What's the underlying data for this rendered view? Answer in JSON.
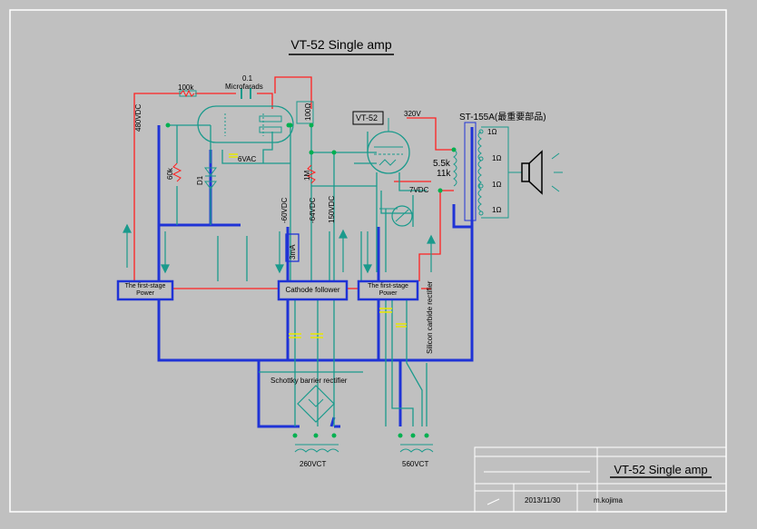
{
  "title": "VT-52 Single amp",
  "labels": {
    "r100k": "100k",
    "cap_value": "0.1",
    "cap_unit": "Microfarads",
    "v480": "480VDC",
    "r100ohm": "100Ω",
    "r60k": "60k",
    "d1": "D1",
    "heater": "6VAC",
    "r1m": "1M",
    "v60": "-60VDC",
    "v64": "-64VDC",
    "v150": "150VDC",
    "current": "3mA",
    "tube": "VT-52",
    "b320": "320V",
    "trans": "ST-155A(最重要部品)",
    "imp1": "5.5k",
    "imp2": "11k",
    "ohm1": "1Ω",
    "ohm2": "1Ω",
    "ohm3": "1Ω",
    "ohm4": "1Ω",
    "fil": "7VDC",
    "psu1": "The first-stage Power",
    "psu2": "Cathode follower",
    "psu3": "The first-stage Power",
    "silicon": "Silicon carbide rectifier",
    "schottky": "Schottky barrier rectifier",
    "tr1": "260VCT",
    "tr2": "560VCT"
  },
  "titleblock": {
    "title": "VT-52 Single amp",
    "date": "2013/11/30",
    "author": "m.kojima"
  },
  "colors": {
    "red": "#ff2020",
    "blue": "#1f33d6",
    "teal": "#1a9a8c",
    "yellow": "#e8e800",
    "green": "#00b050"
  }
}
